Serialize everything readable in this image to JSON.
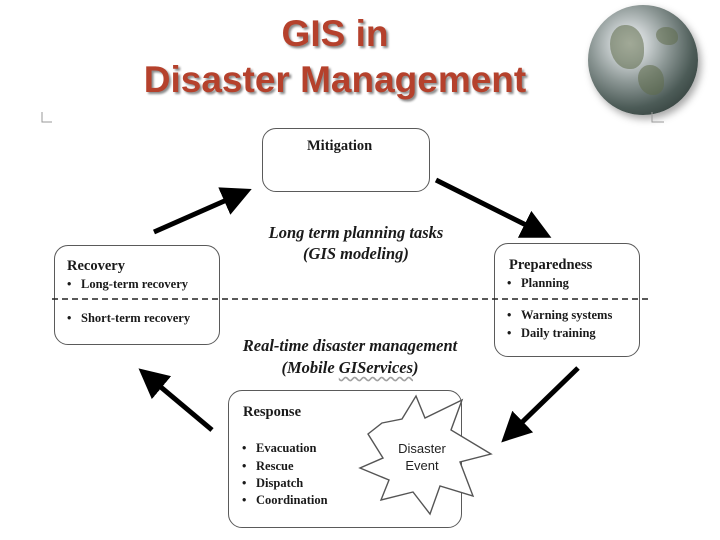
{
  "title": {
    "line1": "GIS in",
    "line2": "Disaster Management"
  },
  "mitigation": {
    "title": "Mitigation"
  },
  "recovery": {
    "title": "Recovery",
    "items": [
      "Long-term recovery",
      "Short-term recovery"
    ]
  },
  "preparedness": {
    "title": "Preparedness",
    "items": [
      "Planning",
      "Warning systems",
      "Daily training"
    ]
  },
  "response": {
    "title": "Response",
    "items": [
      "Evacuation",
      "Rescue",
      "Dispatch",
      "Coordination"
    ]
  },
  "long_term": {
    "line1": "Long term planning tasks",
    "line2": "(GIS modeling)"
  },
  "real_time": {
    "line1": "Real-time disaster management",
    "line2_prefix": "(Mobile ",
    "line2_link": "GIServices",
    "line2_suffix": ")"
  },
  "event": {
    "line1": "Disaster",
    "line2": "Event"
  },
  "colors": {
    "title": "#b5412c",
    "arrow": "#000000",
    "box_border": "#5a5a5a"
  }
}
